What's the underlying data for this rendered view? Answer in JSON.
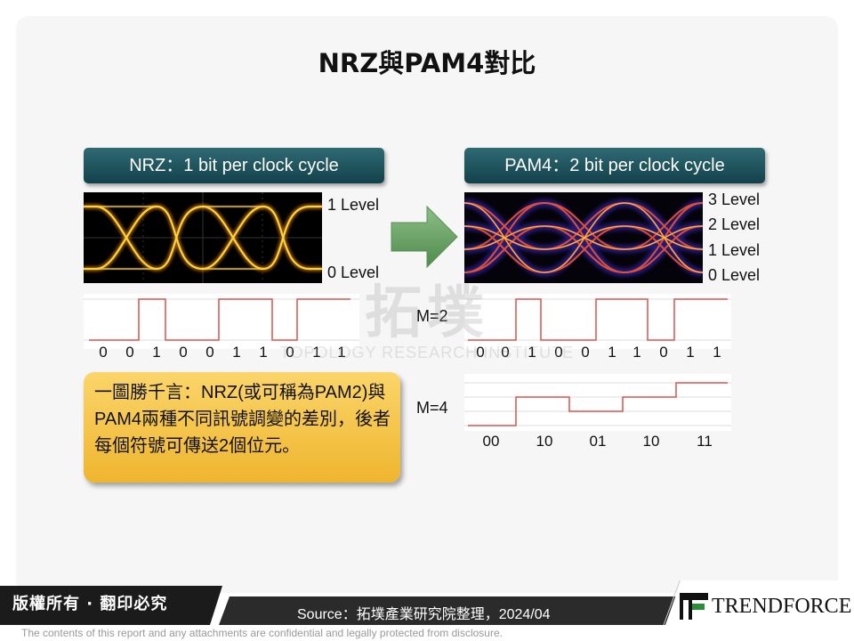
{
  "title": "NRZ與PAM4對比",
  "left": {
    "header": "NRZ：1 bit per clock cycle",
    "levels": [
      "1 Level",
      "0 Level"
    ],
    "bits": [
      "0",
      "0",
      "1",
      "0",
      "0",
      "1",
      "1",
      "0",
      "1",
      "1"
    ]
  },
  "right": {
    "header": "PAM4：2 bit per clock cycle",
    "levels": [
      "3 Level",
      "2 Level",
      "1 Level",
      "0 Level"
    ],
    "m2_label": "M=2",
    "m4_label": "M=4",
    "m2_bits": [
      "0",
      "0",
      "1",
      "0",
      "0",
      "1",
      "1",
      "0",
      "1",
      "1"
    ],
    "m4_symbols": [
      "00",
      "10",
      "01",
      "10",
      "11"
    ]
  },
  "callout": "一圖勝千言：NRZ(或可稱為PAM2)與PAM4兩種不同訊號調變的差別，後者每個符號可傳送2個位元。",
  "watermark": {
    "cn": "拓墣",
    "en": "TOPOLOGY RESEARCH INSTITUTE"
  },
  "footer": {
    "copyright": "版權所有 · 翻印必究",
    "source": "Source：拓墣產業研究院整理，2024/04",
    "brand": "TRENDFORCE",
    "disclaimer": "The contents of this report and any attachments are confidential and legally protected from disclosure."
  },
  "colors": {
    "header_bg": "#1e5560",
    "callout_bg": "#f5c342",
    "waveform": "#d9534f",
    "arrow": "#6f9f6a"
  }
}
